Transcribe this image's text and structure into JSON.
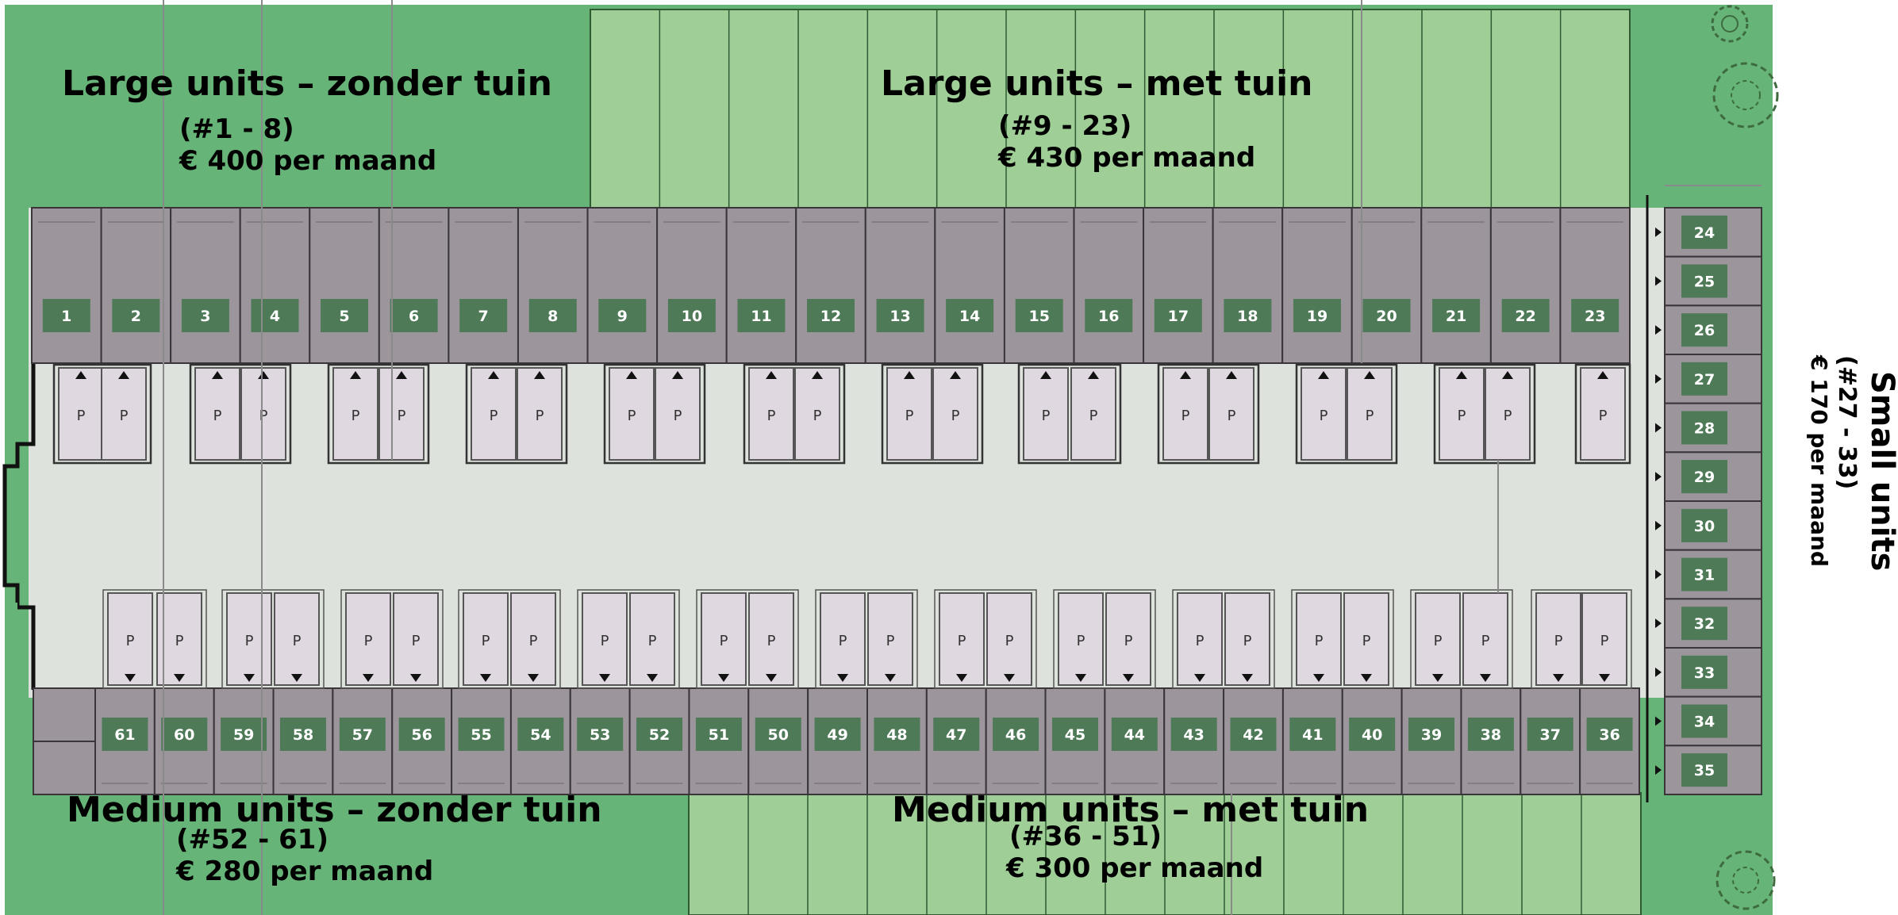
{
  "sections": {
    "large_no_garden": {
      "title": "Large units – zonder tuin",
      "range": "(#1 - 8)",
      "price": "€ 400 per maand"
    },
    "large_garden": {
      "title": "Large units – met tuin",
      "range": "(#9 - 23)",
      "price": "€ 430 per maand"
    },
    "small": {
      "title": "Small units",
      "range": "(#27 - 33)",
      "price": "€ 170 per maand"
    },
    "medium_no_garden": {
      "title": "Medium units – zonder tuin",
      "range": "(#52 - 61)",
      "price": "€ 280 per maand"
    },
    "medium_garden": {
      "title": "Medium units – met tuin",
      "range": "(#36 - 51)",
      "price": "€ 300 per maand"
    }
  },
  "units": {
    "top_row": [
      "1",
      "2",
      "3",
      "4",
      "5",
      "6",
      "7",
      "8",
      "9",
      "10",
      "11",
      "12",
      "13",
      "14",
      "15",
      "16",
      "17",
      "18",
      "19",
      "20",
      "21",
      "22",
      "23"
    ],
    "right_column": [
      "24",
      "25",
      "26",
      "27",
      "28",
      "29",
      "30",
      "31",
      "32",
      "33",
      "34",
      "35"
    ],
    "bottom_row": [
      "61",
      "60",
      "59",
      "58",
      "57",
      "56",
      "55",
      "54",
      "53",
      "52",
      "51",
      "50",
      "49",
      "48",
      "47",
      "46",
      "45",
      "44",
      "43",
      "42",
      "41",
      "40",
      "39",
      "38",
      "37",
      "36"
    ]
  },
  "parking_label": "P",
  "colors": {
    "lawn": "#67b478",
    "garden_plot": "#9fce97",
    "unit_fill": "#9c959c",
    "unit_badge": "#4e7a58",
    "courtyard": "#dde2dc",
    "parking_fill": "#e0d8e0"
  }
}
